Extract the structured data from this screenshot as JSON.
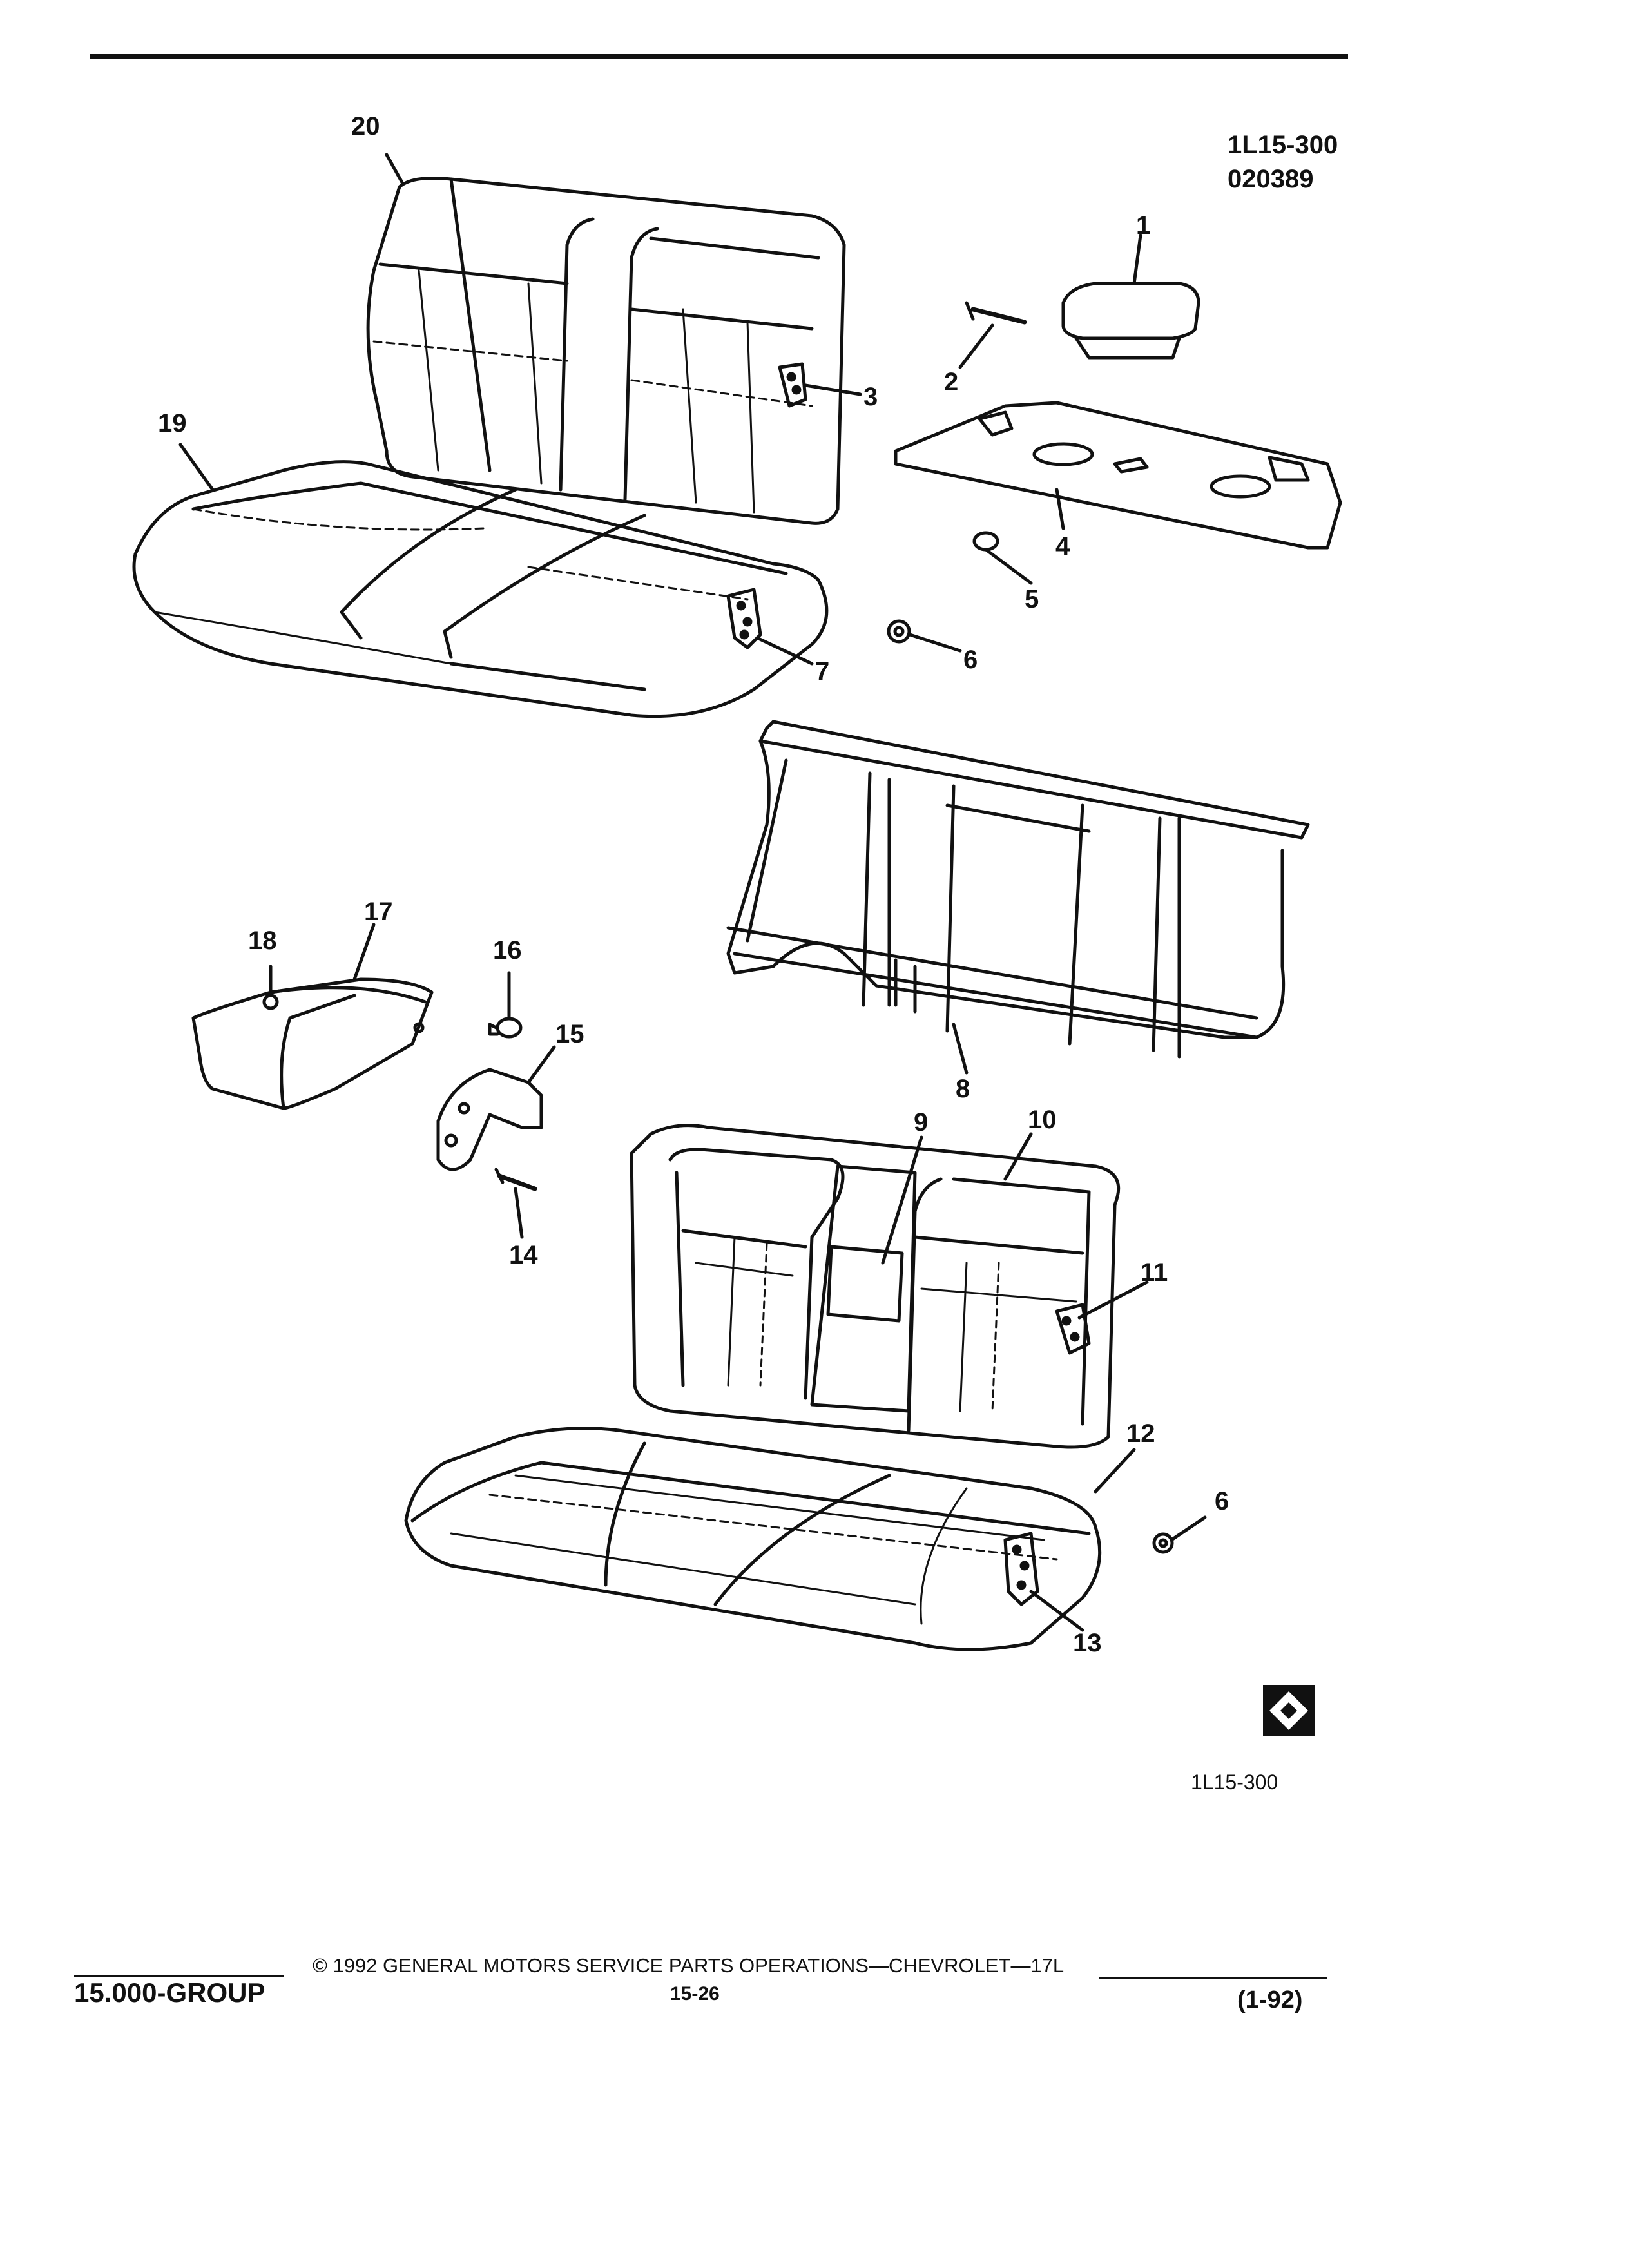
{
  "header": {
    "code_line1": "1L15-300",
    "code_line2": "020389"
  },
  "callouts": [
    "1",
    "2",
    "3",
    "4",
    "5",
    "6",
    "7",
    "8",
    "9",
    "10",
    "11",
    "12",
    "13",
    "14",
    "15",
    "16",
    "17",
    "18",
    "19",
    "20",
    "6"
  ],
  "figure_code": "1L15-300",
  "footer": {
    "group": "15.000-GROUP",
    "copyright": "©  1992  GENERAL MOTORS SERVICE PARTS OPERATIONS—CHEVROLET—17L",
    "page_number": "15-26",
    "date_code": "(1-92)"
  },
  "colors": {
    "ink": "#111111",
    "paper": "#ffffff"
  }
}
